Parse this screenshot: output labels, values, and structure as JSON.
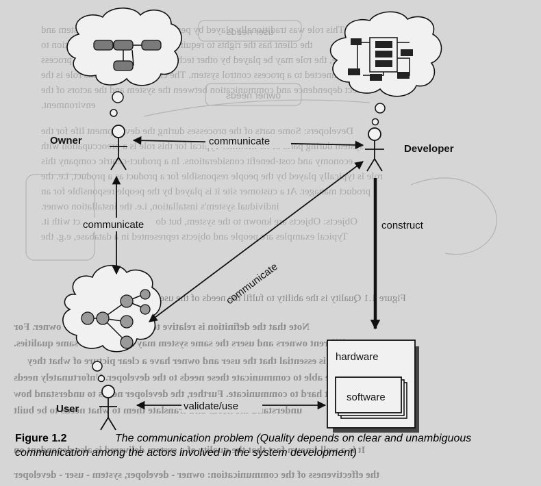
{
  "figure": {
    "label": "Figure 1.2",
    "caption": "The communication problem (Quality depends on clear and unambiguous communication among the actors involved in the system development)"
  },
  "actors": {
    "owner": "Owner",
    "developer": "Developer",
    "user": "User"
  },
  "connections": {
    "owner_developer": "communicate",
    "owner_user": "communicate",
    "user_developer": "communicate",
    "developer_system": "construct",
    "user_system": "validate/use"
  },
  "system": {
    "hardware": "hardware",
    "software": "software"
  },
  "bleed_through": {
    "figure_ref": "Figure 1.1  Quality is the ability to fulfil the needs of the users and owners",
    "box_user_needs": "user needs",
    "box_owner_needs": "owner needs",
    "lines": [
      "Owners: This role was traditionally played by persons directly with the system and",
      "the client has the rights to require some operation or in addition to",
      "people, the role may be played by other technical systems such as the process",
      "plant, connected to a process control system. The characteristic of this role is the",
      "direct dependence and communication between the system and the actors of the",
      "environment.",
      "Developers: Some parts of the processes during the development life for the",
      "system during parts of its lifetime. Typical for this role is a preoccupation with",
      "economy and cost-benefit considerations. In a product-centric company this",
      "role is typically played by the people responsible for a product as a product, i.e. the",
      "product manager. At a customer site it is played by the people responsible for an",
      "individual system's installation, i.e. the installation owner.",
      "Objects: Objects are known to the system, but do not directly interact with it.",
      "Typical examples are people and objects represented in a database, e.g. the",
      "Note that the definition is relative to a particular user or owner. For",
      "different owners and users the same system may not have the same qualities.",
      "Obviously it is essential that the user and owner have a clear picture of what they",
      "need and are able to communicate these needs to the developer. Unfortunately needs",
      "nebulous making it hard to communicate. Further, the developer needs to understand how",
      "understand the needs and translate them to what needs to be built",
      "It is a well-known fact that the quality of a system delivered is also dependent on",
      "the effectiveness of the communication: owner - developer, system - user - developer"
    ]
  }
}
